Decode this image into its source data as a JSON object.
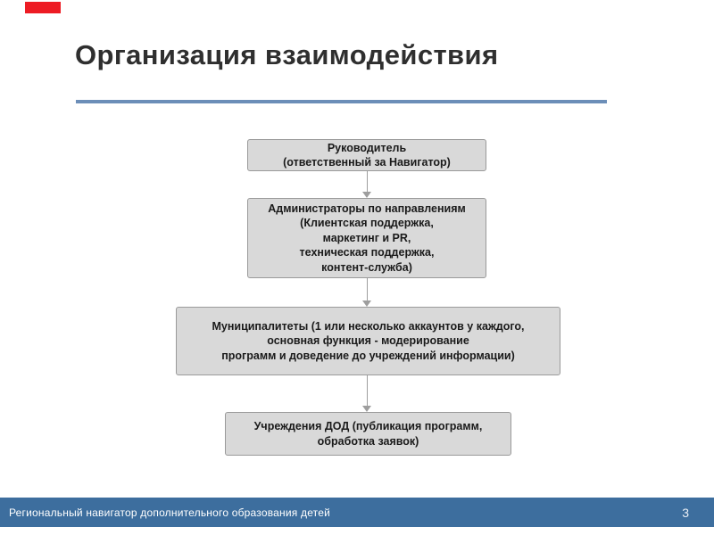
{
  "theme": {
    "accent_blue": "#6C8EB8",
    "footer_blue": "#3D6E9E",
    "marker_red": "#ED1C24",
    "box_fill": "#D9D9D9",
    "box_border": "#9A9A9A",
    "arrow_gray": "#9E9E9E"
  },
  "slide": {
    "title": "Организация взаимодействия"
  },
  "flowchart": {
    "nodes": [
      {
        "id": "leader",
        "lines": [
          "Руководитель",
          "(ответственный за Навигатор)"
        ]
      },
      {
        "id": "administrators",
        "lines": [
          "Администраторы по направлениям",
          "(Клиентская поддержка,",
          "маркетинг и PR,",
          "техническая поддержка,",
          "контент-служба)"
        ]
      },
      {
        "id": "municipalities",
        "lines": [
          "Муниципалитеты (1 или несколько аккаунтов у каждого,",
          "основная функция - модерирование",
          "программ и доведение до учреждений информации)"
        ]
      },
      {
        "id": "institutions",
        "lines": [
          "Учреждения ДОД (публикация программ,",
          "обработка заявок)"
        ]
      }
    ]
  },
  "footer": {
    "text": "Региональный навигатор дополнительного образования детей",
    "page_number": "3"
  }
}
